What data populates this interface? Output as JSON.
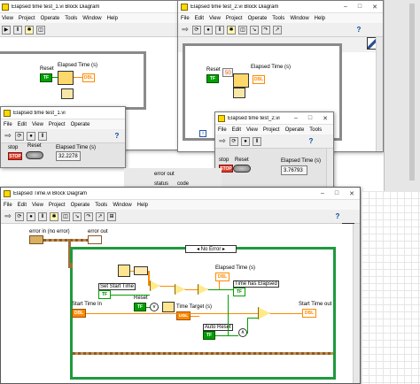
{
  "menu_items": [
    "File",
    "Edit",
    "View",
    "Project",
    "Operate",
    "Tools",
    "Window",
    "Help"
  ],
  "windows": {
    "test1_bd": {
      "title": "Elapsed time test_1.vi Block Diagram",
      "menu": [
        "View",
        "Project",
        "Operate",
        "Tools",
        "Window",
        "Help"
      ],
      "labels": {
        "reset": "Reset",
        "elapsed": "Elapsed Time (s)",
        "reset_term": "TF",
        "elapsed_term": "DBL"
      }
    },
    "test2_bd": {
      "title": "Elapsed time test_2.vi Block Diagram",
      "labels": {
        "reset": "Reset",
        "elapsed": "Elapsed Time (s)",
        "reset_term": "TF",
        "elapsed_term": "DBL"
      }
    },
    "test1_fp": {
      "title": "Elapsed time test_1.vi",
      "stop_label": "stop",
      "stop_button": "STOP",
      "reset_label": "Reset",
      "elapsed_label": "Elapsed Time (s)",
      "elapsed_value": "32.2278"
    },
    "test2_fp": {
      "title": "Elapsed time test_2.vi",
      "stop_label": "stop",
      "stop_button": "STOP",
      "reset_label": "Reset",
      "elapsed_label": "Elapsed Time (s)",
      "elapsed_value": "3.76793"
    },
    "hidden_bits": {
      "error_out": "error out",
      "status": "status",
      "code": "code"
    },
    "main_bd": {
      "title": "Elapsed Time.vi Block Diagram",
      "error_in": "error in (no error)",
      "error_out": "error out",
      "case_selector": "No Error",
      "elapsed_time": "Elapsed Time (s)",
      "set_start_time": "Set Start Time",
      "time_has_elapsed": "Time has Elapsed",
      "reset": "Reset",
      "start_time_in": "Start Time In",
      "time_target": "Time Target (s)",
      "auto_reset": "Auto Reset",
      "start_time_out": "Start Time out",
      "tf": "TF",
      "dbl": "DBL"
    }
  }
}
